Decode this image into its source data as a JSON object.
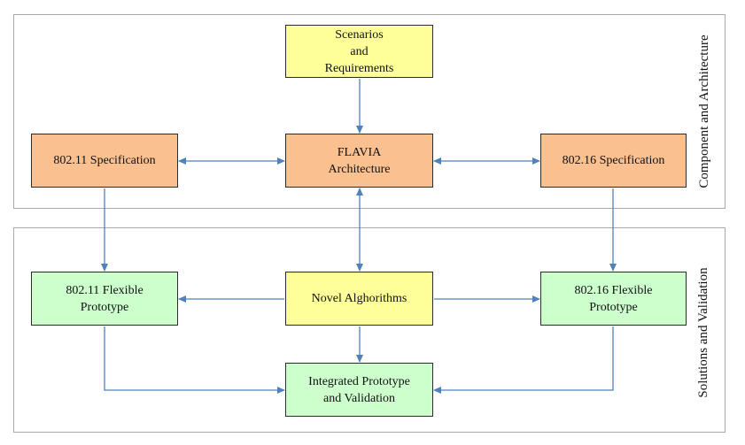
{
  "colors": {
    "yellow_fill": "#ffff99",
    "orange_fill": "#fac090",
    "green_fill": "#ccffcc",
    "node_border": "#2b2b2b",
    "connector": "#4f81bd",
    "panel_border": "#a9a9a9"
  },
  "panels": {
    "top_label": "Component and Architecture",
    "bottom_label": "Solutions and Validation"
  },
  "nodes": {
    "scenarios": "Scenarios\nand\nRequirements",
    "flavia": "FLAVIA\nArchitecture",
    "spec_11": "802.11 Specification",
    "spec_16": "802.16 Specification",
    "flex_11": "802.11 Flexible\nPrototype",
    "algorithms": "Novel Alghorithms",
    "flex_16": "802.16 Flexible\nPrototype",
    "integrated": "Integrated Prototype\nand Validation"
  }
}
